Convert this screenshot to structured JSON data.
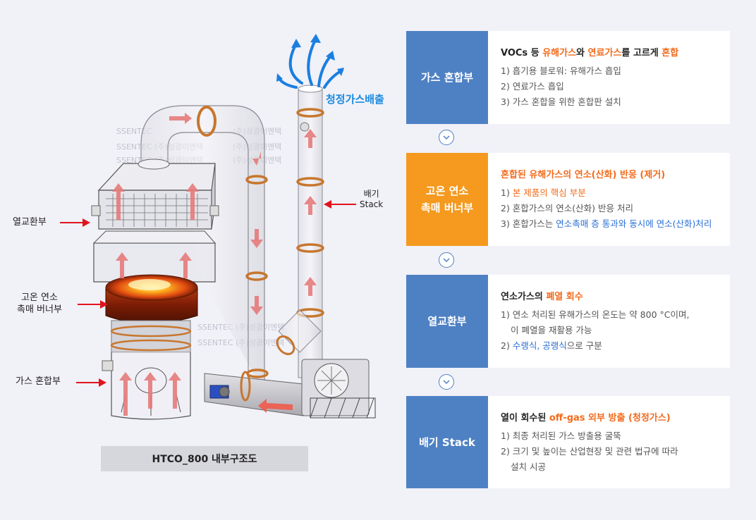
{
  "diagram": {
    "caption": "HTCO_800 내부구조도",
    "exhaust_label": "청정가스배출",
    "stack_label_line1": "배기",
    "stack_label_line2": "Stack",
    "label_heat_exchanger": "열교환부",
    "label_burner_line1": "고온 연소",
    "label_burner_line2": "촉매 버너부",
    "label_gas_mixer": "가스 혼합부",
    "watermark": "(주)성광이엔텍"
  },
  "steps": [
    {
      "head_lines": [
        "가스 혼합부"
      ],
      "title": [
        {
          "t": "VOCs 등 ",
          "c": ""
        },
        {
          "t": "유해가스",
          "c": "o"
        },
        {
          "t": "와 ",
          "c": ""
        },
        {
          "t": "연료가스",
          "c": "o"
        },
        {
          "t": "를 고르게 ",
          "c": ""
        },
        {
          "t": "혼합",
          "c": "o"
        }
      ],
      "lines": [
        [
          {
            "t": "1) 흡기용 블로워: 유해가스 흡입",
            "c": ""
          }
        ],
        [
          {
            "t": "2) 연료가스 흡입",
            "c": ""
          }
        ],
        [
          {
            "t": "3) 가스 혼합을 위한 혼합판 설치",
            "c": ""
          }
        ]
      ]
    },
    {
      "head_lines": [
        "고온 연소",
        "촉매 버너부"
      ],
      "title": [
        {
          "t": "혼합된 유해가스의 연소(산화) 반응 (제거)",
          "c": "o"
        }
      ],
      "lines": [
        [
          {
            "t": "1) ",
            "c": ""
          },
          {
            "t": "본 제품의 핵심 부분",
            "c": "o"
          }
        ],
        [
          {
            "t": "2) 혼합가스의 연소(산화) 반응 처리",
            "c": ""
          }
        ],
        [
          {
            "t": "3) 혼합가스는 ",
            "c": ""
          },
          {
            "t": "연소촉매 층 통과와 동시에 연소(산화)처리",
            "c": "b"
          }
        ]
      ]
    },
    {
      "head_lines": [
        "열교환부"
      ],
      "title": [
        {
          "t": "연소가스의 ",
          "c": ""
        },
        {
          "t": "폐열 회수",
          "c": "o"
        }
      ],
      "lines": [
        [
          {
            "t": "1) 연소 처리된 유해가스의 온도는 약 800 °C이며,",
            "c": ""
          }
        ],
        [
          {
            "t": "이 폐열을 재활용 가능",
            "c": "",
            "indent": true
          }
        ],
        [
          {
            "t": "2) ",
            "c": ""
          },
          {
            "t": "수랭식, 공랭식",
            "c": "b"
          },
          {
            "t": "으로 구분",
            "c": ""
          }
        ]
      ]
    },
    {
      "head_lines": [
        "배기 Stack"
      ],
      "title": [
        {
          "t": "열이 회수된 ",
          "c": ""
        },
        {
          "t": "off-gas 외부 방출 (청정가스)",
          "c": "o"
        }
      ],
      "lines": [
        [
          {
            "t": "1) 최종 처리된 가스 방출용 굴뚝",
            "c": ""
          }
        ],
        [
          {
            "t": "2) 크기 및 높이는 산업현장 및 관련 법규에 따라",
            "c": ""
          }
        ],
        [
          {
            "t": "설치 시공",
            "c": "",
            "indent": true
          }
        ]
      ]
    }
  ],
  "colors": {
    "blue": "#4e81c4",
    "orange": "#f59a1e",
    "highlight_orange": "#f26b1d",
    "highlight_blue": "#2b6fd6",
    "arrow_red": "#e0141e"
  }
}
